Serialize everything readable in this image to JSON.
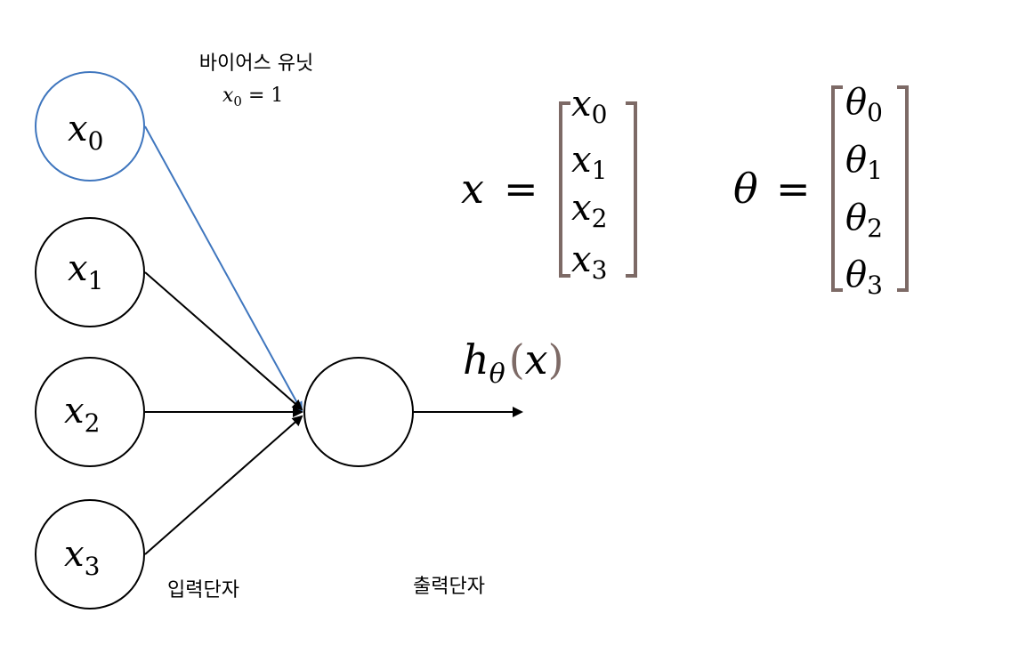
{
  "colors": {
    "bias_node": "#3f76be",
    "bias_edge": "#3f76be",
    "node_stroke": "#000000",
    "edge": "#000000",
    "bracket": "#7d6a66",
    "paren": "#7d6a66"
  },
  "bias_label": {
    "title": "바이어스 유닛",
    "var": "x",
    "sub": "0",
    "rest": " = 1"
  },
  "inputs": [
    {
      "var": "x",
      "sub": "0"
    },
    {
      "var": "x",
      "sub": "1"
    },
    {
      "var": "x",
      "sub": "2"
    },
    {
      "var": "x",
      "sub": "3"
    }
  ],
  "input_layer_label": "입력단자",
  "output_layer_label": "출력단자",
  "hypothesis": {
    "var": "h",
    "sub": "θ",
    "open": "(",
    "arg": "x",
    "close": ")"
  },
  "x_vector": {
    "name": "x",
    "eq": "=",
    "entries": [
      {
        "var": "x",
        "sub": "0"
      },
      {
        "var": "x",
        "sub": "1"
      },
      {
        "var": "x",
        "sub": "2"
      },
      {
        "var": "x",
        "sub": "3"
      }
    ]
  },
  "theta_vector": {
    "name": "θ",
    "eq": "=",
    "entries": [
      {
        "var": "θ",
        "sub": "0"
      },
      {
        "var": "θ",
        "sub": "1"
      },
      {
        "var": "θ",
        "sub": "2"
      },
      {
        "var": "θ",
        "sub": "3"
      }
    ]
  }
}
